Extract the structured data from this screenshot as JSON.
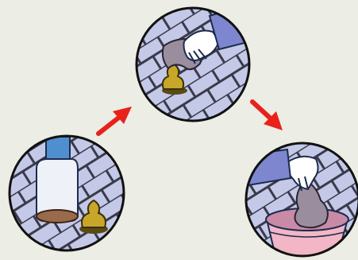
{
  "colors": {
    "background": "#ecede4",
    "tile": "#c4c9e8",
    "grout": "#3a3a4a",
    "circle_outline": "#111111",
    "arrow": "#e8221b",
    "feces": "#c8a62a",
    "glove": "#ffffff",
    "sleeve": "#7d86cf",
    "boot_leg": "#4f8fcf",
    "boot": "#eef1f7",
    "cloth": "#9a8e9e",
    "bucket": "#f2b6c6",
    "water": "#c98aa8"
  },
  "panels": [
    {
      "id": "step-1",
      "icon": "boot-near-feces"
    },
    {
      "id": "step-2",
      "icon": "gloved-hand-picking-up-feces-with-cloth"
    },
    {
      "id": "step-3",
      "icon": "gloved-hand-placing-cloth-in-bucket"
    }
  ],
  "arrows": [
    {
      "from": "step-1",
      "to": "step-2",
      "icon": "arrow-up-right"
    },
    {
      "from": "step-2",
      "to": "step-3",
      "icon": "arrow-down-right"
    }
  ]
}
